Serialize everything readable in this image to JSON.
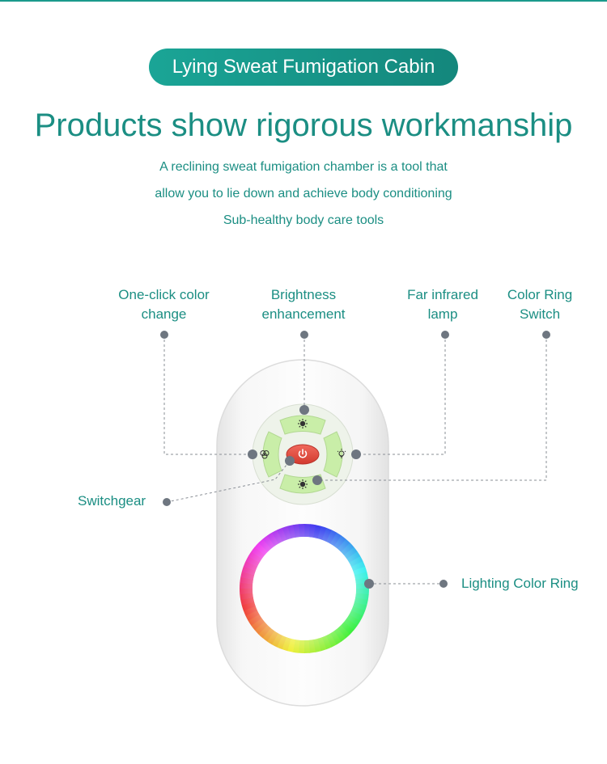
{
  "badge": {
    "title": "Lying Sweat Fumigation Cabin"
  },
  "headline": "Products show rigorous workmanship",
  "description": [
    "A reclining sweat fumigation chamber is a tool that",
    "allow you to lie down and achieve body conditioning",
    "Sub-healthy body care tools"
  ],
  "callouts": {
    "color_change": [
      "One-click color",
      "change"
    ],
    "brightness": [
      "Brightness",
      "enhancement"
    ],
    "infrared": [
      "Far infrared",
      "lamp"
    ],
    "ring_switch": [
      "Color Ring",
      "Switch"
    ],
    "switchgear": "Switchgear",
    "color_ring": "Lighting Color Ring"
  },
  "icons": {
    "top_button": "sun-icon",
    "left_button": "color-circles-icon",
    "right_button": "bulb-icon",
    "bottom_button": "sun-icon",
    "center_button": "power-icon"
  },
  "colors": {
    "accent": "#1b8e83",
    "button_green": "#c9eea8",
    "power_red": "#e0473a",
    "dot_gray": "#6e7680"
  }
}
